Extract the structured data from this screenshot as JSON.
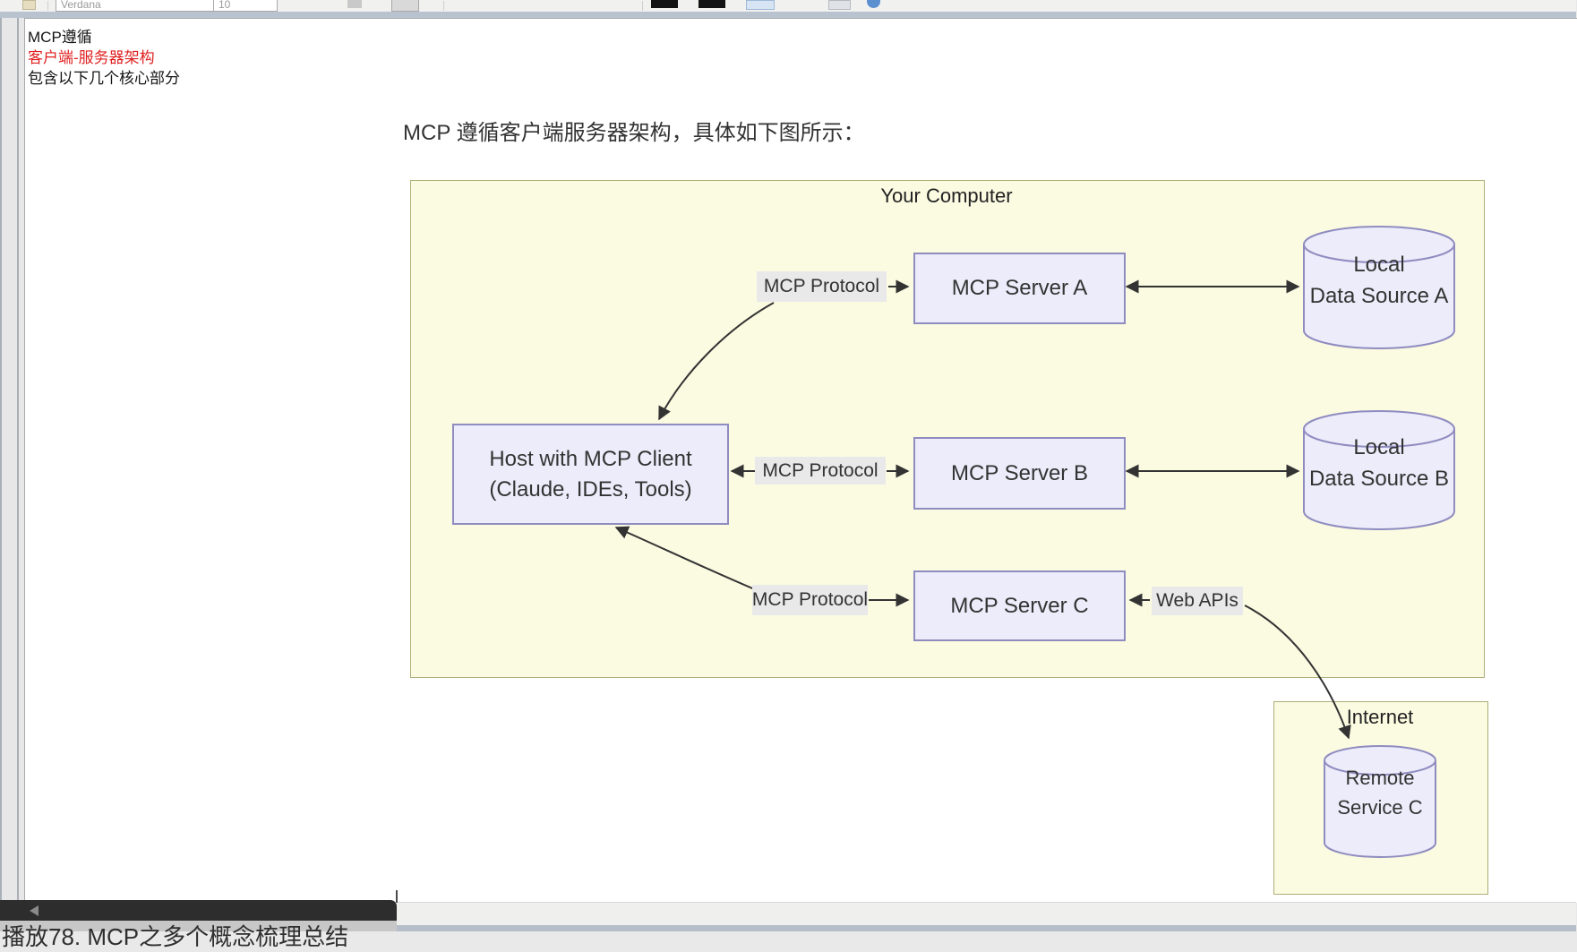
{
  "toolbar": {
    "font_name_value": "Verdana",
    "font_size_value": "10"
  },
  "note": {
    "line1": "MCP遵循",
    "line2": "客户端-服务器架构",
    "line3": "包含以下几个核心部分",
    "heading": "MCP 遵循客户端服务器架构，具体如下图所示："
  },
  "diagram": {
    "your_computer_label": "Your Computer",
    "host": {
      "line1": "Host with MCP Client",
      "line2": "(Claude, IDEs, Tools)"
    },
    "server_a_label": "MCP Server A",
    "server_b_label": "MCP Server B",
    "server_c_label": "MCP Server C",
    "protocol_a_label": "MCP Protocol",
    "protocol_b_label": "MCP Protocol",
    "protocol_c_label": "MCP Protocol",
    "web_apis_label": "Web APIs",
    "local_a": {
      "line1": "Local",
      "line2": "Data Source A"
    },
    "local_b": {
      "line1": "Local",
      "line2": "Data Source B"
    },
    "internet_label": "Internet",
    "remote_c": {
      "line1": "Remote",
      "line2": "Service C"
    }
  },
  "player_bar": {
    "title": "播放78. MCP之多个概念梳理总结"
  },
  "colors": {
    "container_fill": "#fbfbe2",
    "container_border": "#aeae7a",
    "node_fill": "#ececfa",
    "node_border": "#8f8cc0",
    "chip_bg": "#e9e9e9",
    "arrow": "#333333",
    "red_text": "#e02020",
    "player_bar_bg": "#2d2d2d"
  }
}
